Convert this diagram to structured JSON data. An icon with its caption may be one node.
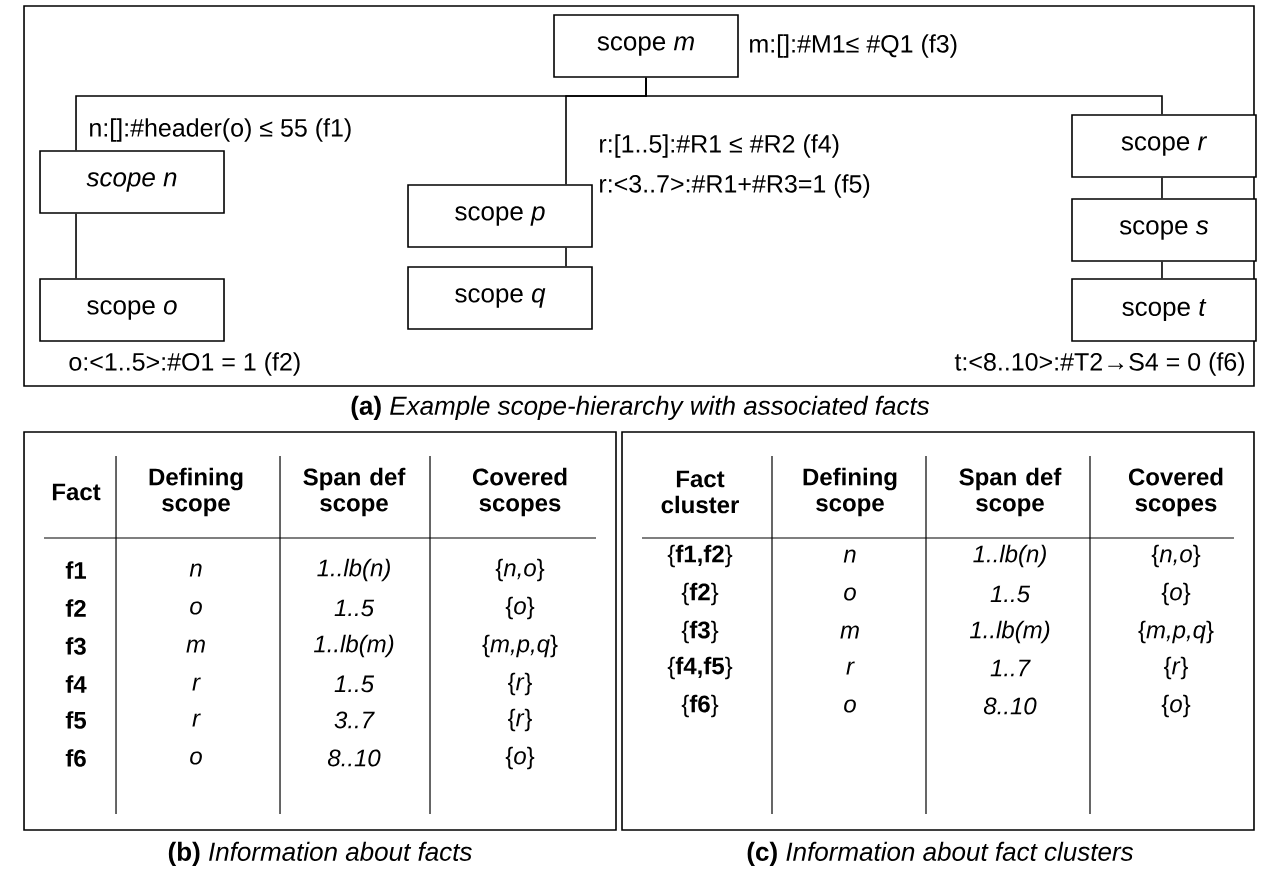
{
  "diagram": {
    "caption": "**(a)** *Example scope-hierarchy with associated facts*",
    "nodes": [
      {
        "text": [
          "scope *m*"
        ],
        "beside": [
          "m:[]:#M1≤ #Q1  (f3)"
        ]
      },
      {
        "text": [
          "scope n"
        ],
        "beside": [
          "n:[]:#header(o) ≤ 55 (f1)"
        ]
      },
      {
        "text": [
          "scope *o*"
        ],
        "beside": [
          "o:<1..5>:#O1 = 1  (f2)"
        ]
      },
      {
        "text": [
          "scope *p*"
        ]
      },
      {
        "text": [
          "scope *q*"
        ]
      },
      {
        "text": [
          "scope *r*"
        ],
        "beside": [
          "r:[1..5]:#R1 ≤ #R2    (f4)",
          "r:<3..7>:#R1+#R3=1 (f5)"
        ]
      },
      {
        "text": [
          "scope *s*"
        ]
      },
      {
        "text": [
          "scope *t*"
        ],
        "beside": [
          "t:<8..10>:#T2→S4 = 0 (f6)"
        ]
      }
    ],
    "edges": [
      {
        "from": 0,
        "to": 1,
        "arrow": "none"
      },
      {
        "from": 0,
        "to": 3,
        "arrow": "none"
      },
      {
        "from": 0,
        "to": 5,
        "arrow": "none"
      },
      {
        "from": 1,
        "to": 2,
        "arrow": "none"
      },
      {
        "from": 3,
        "to": 4,
        "arrow": "none"
      },
      {
        "from": 5,
        "to": 6,
        "arrow": "none"
      },
      {
        "from": 6,
        "to": 7,
        "arrow": "none"
      }
    ],
    "labels": [
      "Fact",
      "Defining scope",
      "Span def scope",
      "Covered scopes",
      "f1",
      "n",
      "1..lb(n)",
      "{*n,o*}",
      "f2",
      "o",
      "1..5",
      "{*o*}",
      "f3",
      "m",
      "1..lb(m)",
      "{*m,p,q*}",
      "f4",
      "r",
      "1..5",
      "{*r*}",
      "f5",
      "r",
      "3..7",
      "{*r*}",
      "f6",
      "o",
      "8..10",
      "{*o*}",
      "**(b)** *Information about facts*",
      "Fact cluster",
      "Defining scope",
      "Span def scope",
      "Covered scopes",
      "{**f1,f2**}",
      "n",
      "1..lb(n)",
      "{*n,o*}",
      "{**f2**}",
      "o",
      "1..5",
      "{*o*}",
      "{**f3**}",
      "m",
      "1..lb(m)",
      "{*m,p,q*}",
      "{**f4,f5**}",
      "r",
      "1..7",
      "{*r*}",
      "{**f6**}",
      "o",
      "8..10",
      "{*o*}",
      "**(c)** *Information about fact clusters*"
    ]
  }
}
